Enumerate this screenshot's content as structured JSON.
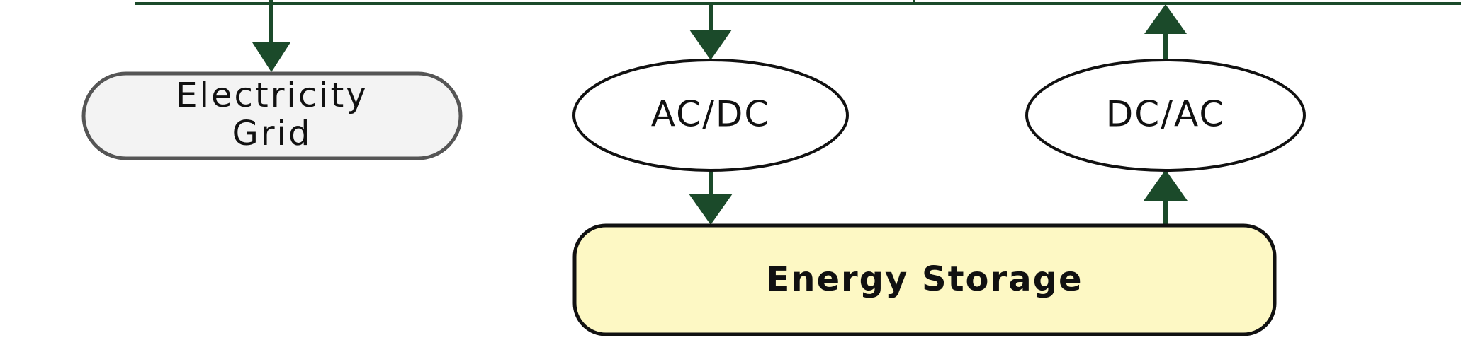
{
  "colors": {
    "flow": "#1b4a2a",
    "grid_fill": "#f3f3f3",
    "grid_stroke": "#555555",
    "converter_fill": "#ffffff",
    "converter_stroke": "#111111",
    "storage_fill": "#fdf8c4",
    "storage_stroke": "#111111"
  },
  "nodes": {
    "grid": {
      "line1": "Electricity",
      "line2": "Grid"
    },
    "acdc": {
      "label": "AC/DC"
    },
    "dcac": {
      "label": "DC/AC"
    },
    "storage": {
      "label": "Energy Storage"
    }
  }
}
